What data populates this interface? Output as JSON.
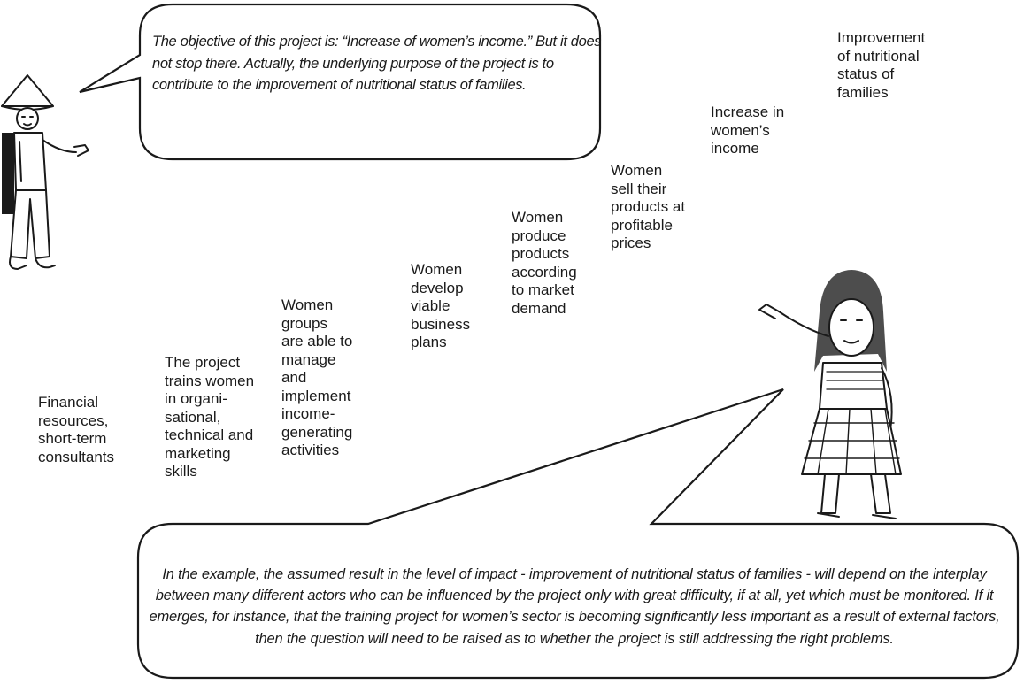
{
  "bubbles": {
    "top": "The objective of this project is:  “Increase of women’s income.”  But it does not stop there.  Actually, the underlying purpose of the project is to contribute to the improvement of nutritional status of families.",
    "bottom": "In the example, the assumed result in the level of impact - improvement of nutritional status of families - will depend on the interplay between many different actors who can be influenced by the project only with great difficulty, if at all, yet which must be monitored.  If it emerges, for instance, that the training project for women’s sector is becoming significantly less important as a result of external factors, then the question will need to be raised as to whether the project is still addressing the right problems."
  },
  "steps": [
    "Financial\nresources,\nshort-term\nconsultants",
    "The project\ntrains women\nin organi-\nsational,\ntechnical and\nmarketing\nskills",
    "Women\ngroups\nare able to\nmanage\nand\nimplement\nincome-\ngenerating\nactivities",
    "Women\ndevelop\nviable\nbusiness\nplans",
    "Women\nproduce\nproducts\naccording\nto market\ndemand",
    "Women\nsell their\nproducts at\nprofitable\nprices",
    "Increase in\nwomen’s\nincome",
    "Improvement\nof nutritional\nstatus of\nfamilies"
  ],
  "illustrations": {
    "man_icon": "man-with-conical-hat-icon",
    "girl_icon": "girl-in-plaid-dress-icon"
  },
  "colors": {
    "ink": "#1a1a1a",
    "background": "#ffffff"
  }
}
